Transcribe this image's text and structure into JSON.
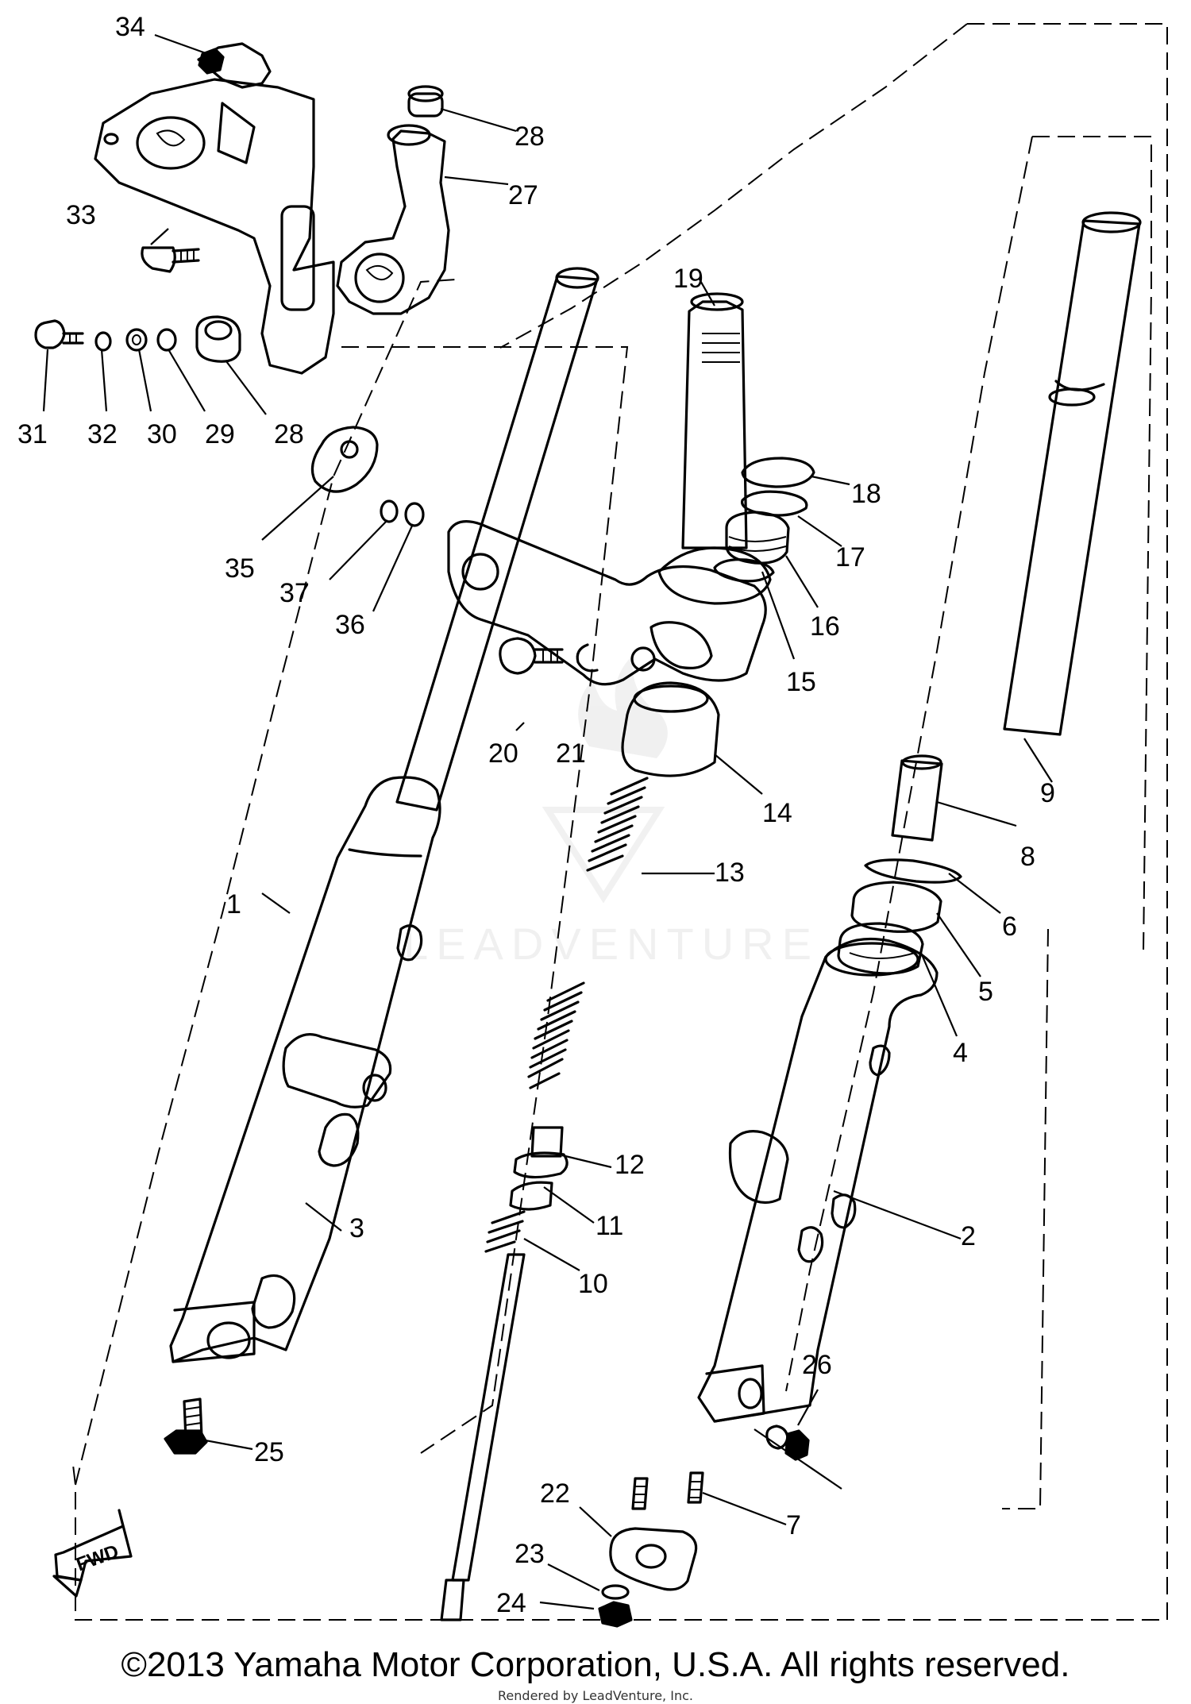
{
  "copyright": "©2013 Yamaha Motor Corporation, U.S.A. All rights reserved.",
  "rendered_by": "Rendered by LeadVenture, Inc.",
  "watermark": "LEADVENTURE",
  "fwd_label": "FWD",
  "callouts": [
    "1",
    "2",
    "3",
    "4",
    "5",
    "6",
    "7",
    "8",
    "9",
    "10",
    "11",
    "12",
    "13",
    "14",
    "15",
    "16",
    "17",
    "18",
    "19",
    "20",
    "21",
    "22",
    "23",
    "24",
    "25",
    "26",
    "27",
    "28",
    "28",
    "29",
    "30",
    "31",
    "32",
    "33",
    "34",
    "35",
    "36",
    "37"
  ]
}
